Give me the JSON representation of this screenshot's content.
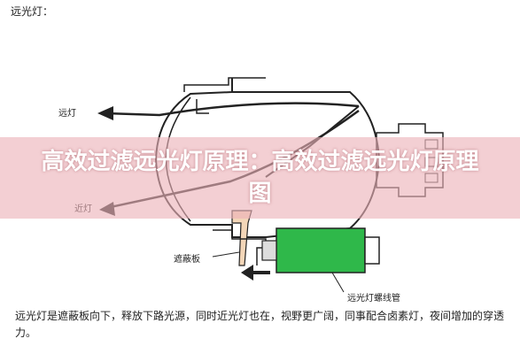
{
  "page": {
    "heading": "远光灯：",
    "caption": "远光灯是遮蔽板向下，释放下路光源，同时近光灯也在，视野更广阔，同事配合卤素灯，夜间增加的穿透力。"
  },
  "labels": {
    "high_beam": "远灯",
    "low_beam": "近灯",
    "shield": "遮蔽板",
    "solenoid_tube": "远光灯螺线管"
  },
  "banner": {
    "title": "高效过滤远光灯原理：高效过滤远光灯原理图"
  },
  "colors": {
    "line": "#222222",
    "solenoid": "#2fb84a",
    "banner": "#ecb2b8"
  }
}
